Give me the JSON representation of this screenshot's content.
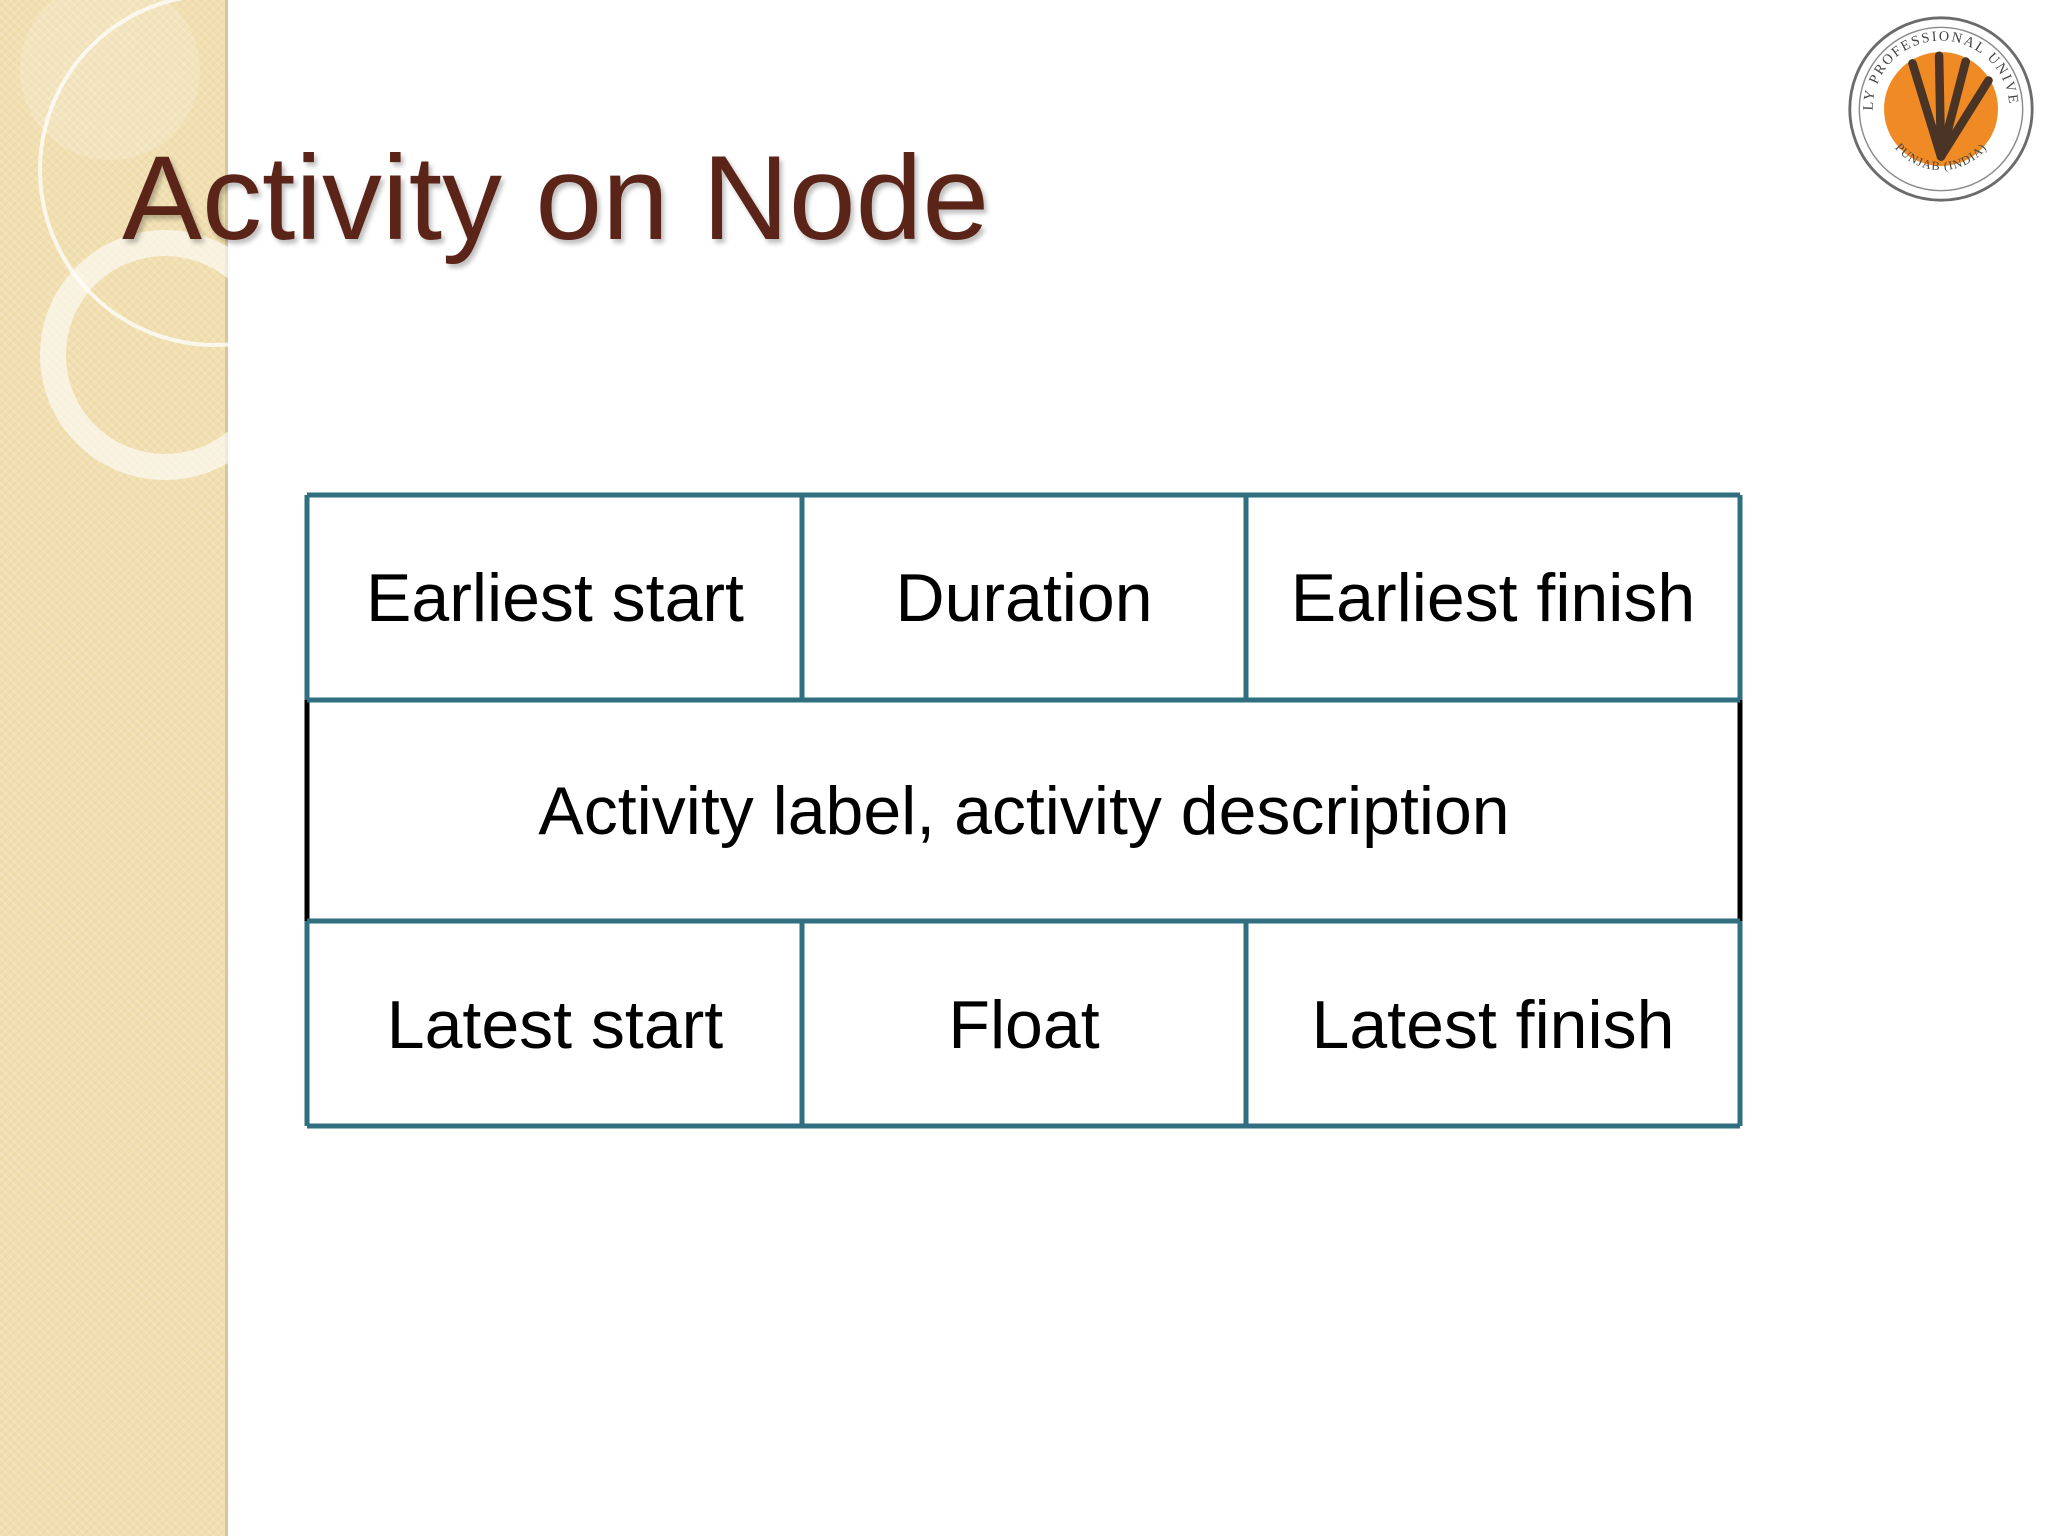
{
  "slide": {
    "title": "Activity on Node",
    "logo": {
      "text_top": "LOVELY PROFESSIONAL UNIVERSITY",
      "text_bottom": "PUNJAB (INDIA)",
      "colors": {
        "orange": "#f08a24",
        "dark": "#5a4230"
      }
    }
  },
  "diagram": {
    "top_row": [
      "Earliest start",
      "Duration",
      "Earliest finish"
    ],
    "middle": "Activity label, activity description",
    "bottom_row": [
      "Latest start",
      "Float",
      "Latest finish"
    ],
    "colors": {
      "border": "#2f6f7f",
      "side_border": "#000000"
    }
  }
}
